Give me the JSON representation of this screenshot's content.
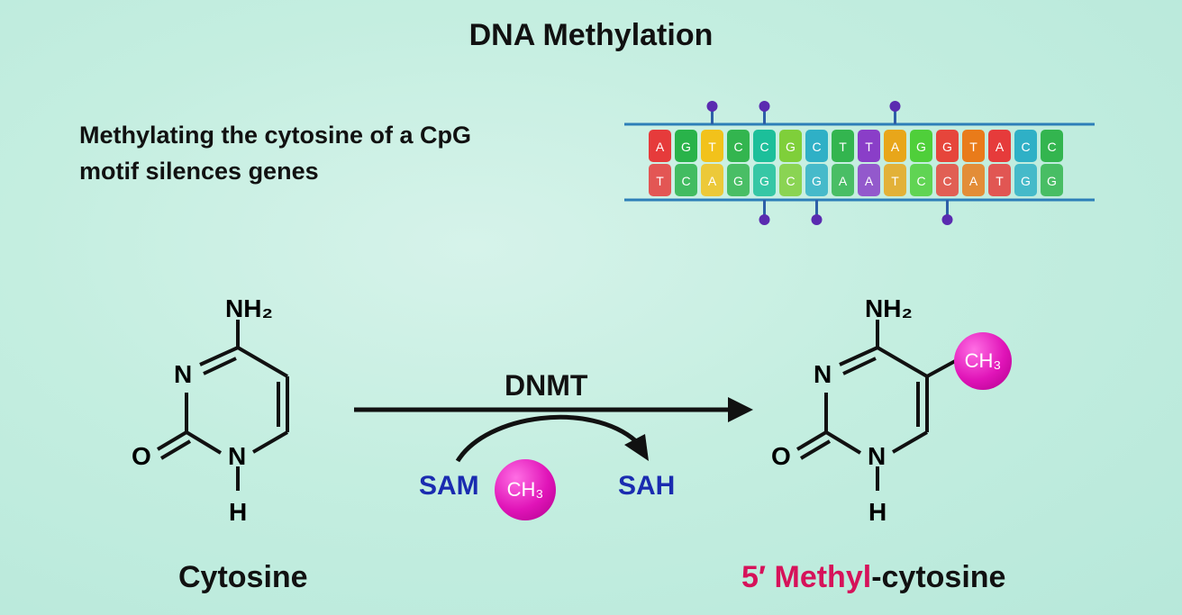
{
  "title": "DNA Methylation",
  "subtitle": {
    "line1": "Methylating the cytosine of a CpG",
    "line2": "motif silences genes"
  },
  "reaction": {
    "enzyme": "DNMT",
    "donor": "SAM",
    "donor_group": "CH₃",
    "product_cofactor": "SAH"
  },
  "molecules": {
    "left": {
      "name": "Cytosine",
      "atoms": {
        "amine": "NH₂",
        "n3": "N",
        "oxygen": "O",
        "n1": "N",
        "hydrogen": "H"
      }
    },
    "right": {
      "name_prefix": "5′ Methyl",
      "name_suffix": "-cytosine",
      "methyl_group": "CH₃",
      "atoms": {
        "amine": "NH₂",
        "n3": "N",
        "oxygen": "O",
        "n1": "N",
        "hydrogen": "H"
      }
    }
  },
  "dna_strand": {
    "top_letters": [
      "A",
      "G",
      "T",
      "C",
      "C",
      "G",
      "C",
      "T",
      "T",
      "A",
      "G",
      "G",
      "T",
      "A",
      "C",
      "C"
    ],
    "bottom_letters": [
      "T",
      "C",
      "A",
      "G",
      "G",
      "C",
      "G",
      "A",
      "A",
      "T",
      "C",
      "C",
      "A",
      "T",
      "G",
      "G"
    ],
    "colors": [
      "#e63b3b",
      "#29b34a",
      "#f2c21b",
      "#33b54f",
      "#1cbf9a",
      "#7fcf3a",
      "#2fb0c6",
      "#33b54f",
      "#8a3ec8",
      "#e8a61a",
      "#4fcf3a",
      "#e6453b",
      "#e97b1a",
      "#e63b3b",
      "#2fb0c6",
      "#33b54f"
    ],
    "methyl_marks_top": [
      2,
      4,
      9
    ],
    "methyl_marks_bottom": [
      4,
      6,
      11
    ],
    "marker_color": "#5a2bb0"
  },
  "colors": {
    "methyl_highlight": "#d6125a",
    "cofactor_blue": "#1a2bb0",
    "ch3_ball": "#e014b8"
  }
}
